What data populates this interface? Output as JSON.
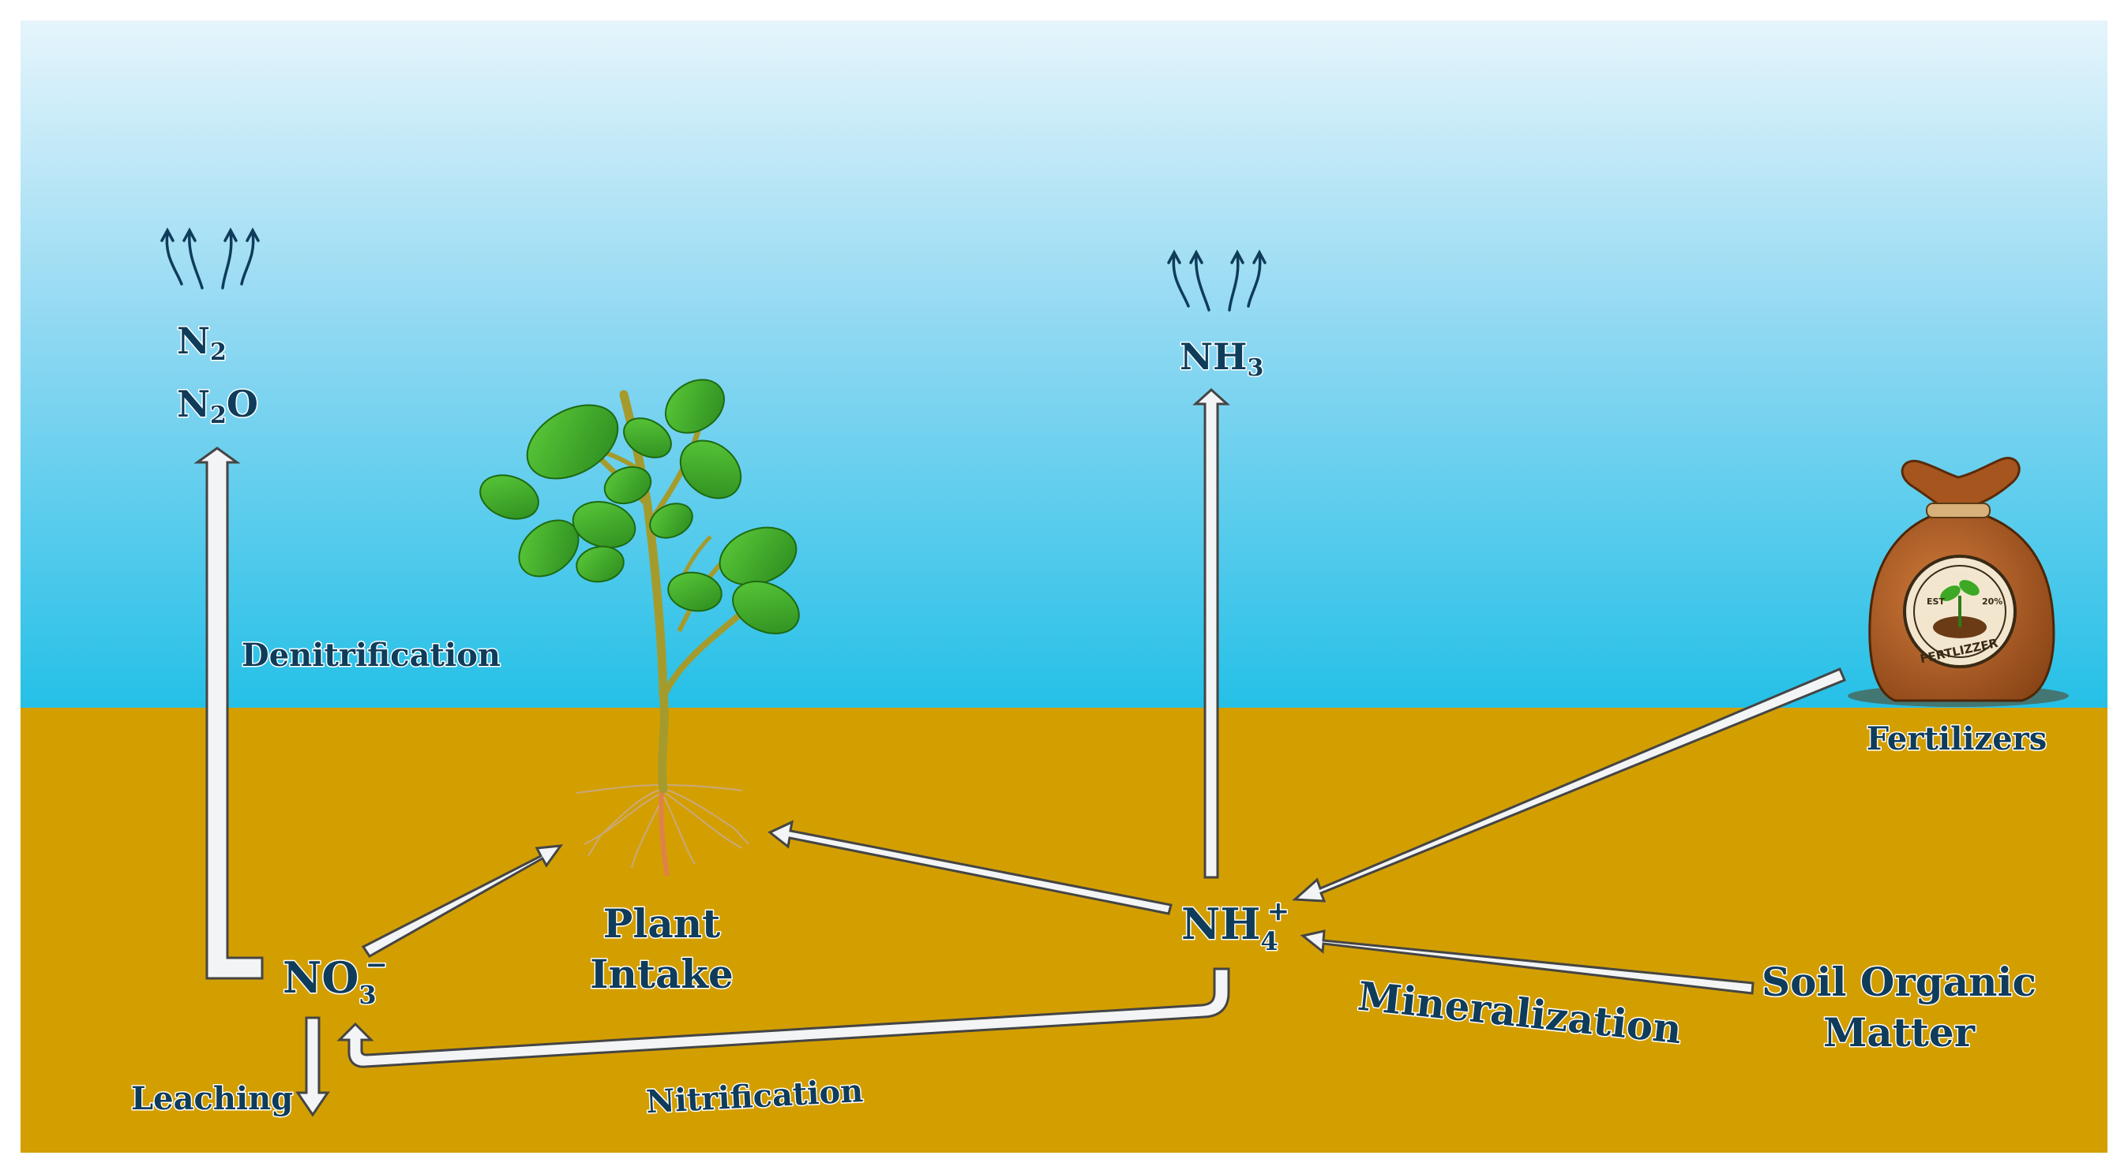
{
  "gases": {
    "n2": {
      "base": "N",
      "sub": "2"
    },
    "n2o": {
      "base": "N",
      "sub": "2",
      "tail": "O"
    },
    "nh3": {
      "base": "NH",
      "sub": "3"
    }
  },
  "species": {
    "nitrate": {
      "base": "NO",
      "sub": "3",
      "sup": "−"
    },
    "ammonium": {
      "base": "NH",
      "sub": "4",
      "sup": "+"
    }
  },
  "processes": {
    "denitrification": "Denitrification",
    "leaching": "Leaching",
    "nitrification": "Nitrification",
    "mineralization": "Mineralization"
  },
  "sinks": {
    "plant_intake_line1": "Plant",
    "plant_intake_line2": "Intake"
  },
  "sources": {
    "fertilizers": "Fertilizers",
    "soil_organic_matter_line1": "Soil Organic",
    "soil_organic_matter_line2": "Matter"
  },
  "fertilizer_bag": {
    "brand": "FERTLIZZER",
    "badge_left": "EST",
    "badge_right": "20%"
  },
  "colors": {
    "sky_top": "#e6f5fc",
    "sky_bottom": "#2bc2e8",
    "soil": "#d39f00",
    "label": "#0f3c5a",
    "arrow_fill": "#f2f4f6",
    "arrow_edge": "#454545",
    "leaf": "#3ca824",
    "stem": "#9a9a2a",
    "bag": "#b25f2a"
  }
}
